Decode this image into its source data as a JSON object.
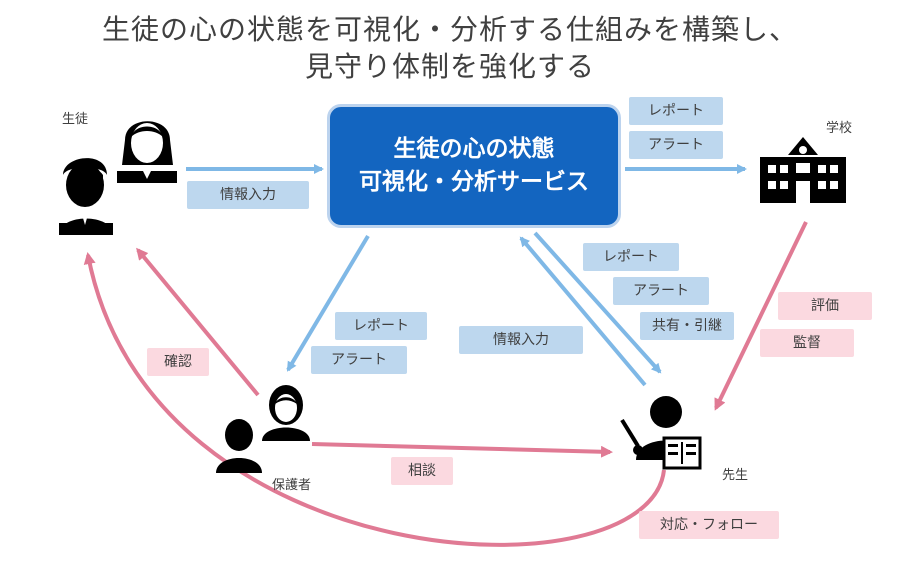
{
  "title": {
    "line1": "生徒の心の状態を可視化・分析する仕組みを構築し、",
    "line2": "見守り体制を強化する"
  },
  "center": {
    "line1": "生徒の心の状態",
    "line2": "可視化・分析サービス"
  },
  "roles": {
    "student": "生徒",
    "school": "学校",
    "parent": "保護者",
    "teacher": "先生"
  },
  "labels": {
    "student_input": "情報入力",
    "school_report": "レポート",
    "school_alert": "アラート",
    "teacher_report": "レポート",
    "teacher_alert": "アラート",
    "teacher_share": "共有・引継",
    "teacher_input": "情報入力",
    "parent_report": "レポート",
    "parent_alert": "アラート",
    "confirm": "確認",
    "consult": "相談",
    "evaluate": "評価",
    "supervise": "監督",
    "follow": "対応・フォロー"
  },
  "colors": {
    "flow_blue": "#7fb8e6",
    "flow_pink": "#e07a94",
    "center_fill": "#1365c0",
    "tag_blue": "#bdd7ee",
    "tag_pink": "#fbd9e0"
  },
  "icons": [
    "student-icon",
    "school-icon",
    "parent-icon",
    "teacher-icon"
  ]
}
